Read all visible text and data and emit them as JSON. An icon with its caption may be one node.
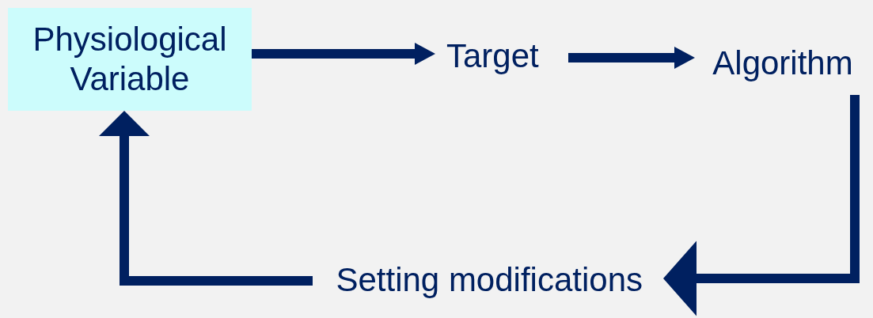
{
  "diagram": {
    "nodes": [
      {
        "text": [
          "Physiological Variable"
        ]
      },
      {
        "text": [
          "Target"
        ]
      },
      {
        "text": [
          "Algorithm"
        ]
      },
      {
        "text": [
          "Setting modifications"
        ]
      }
    ],
    "edges": [
      {
        "from": 0,
        "to": 1,
        "arrow": "to"
      },
      {
        "from": 1,
        "to": 2,
        "arrow": "to"
      },
      {
        "from": 2,
        "to": 3,
        "arrow": "to"
      },
      {
        "from": 3,
        "to": 0,
        "arrow": "to"
      }
    ]
  }
}
